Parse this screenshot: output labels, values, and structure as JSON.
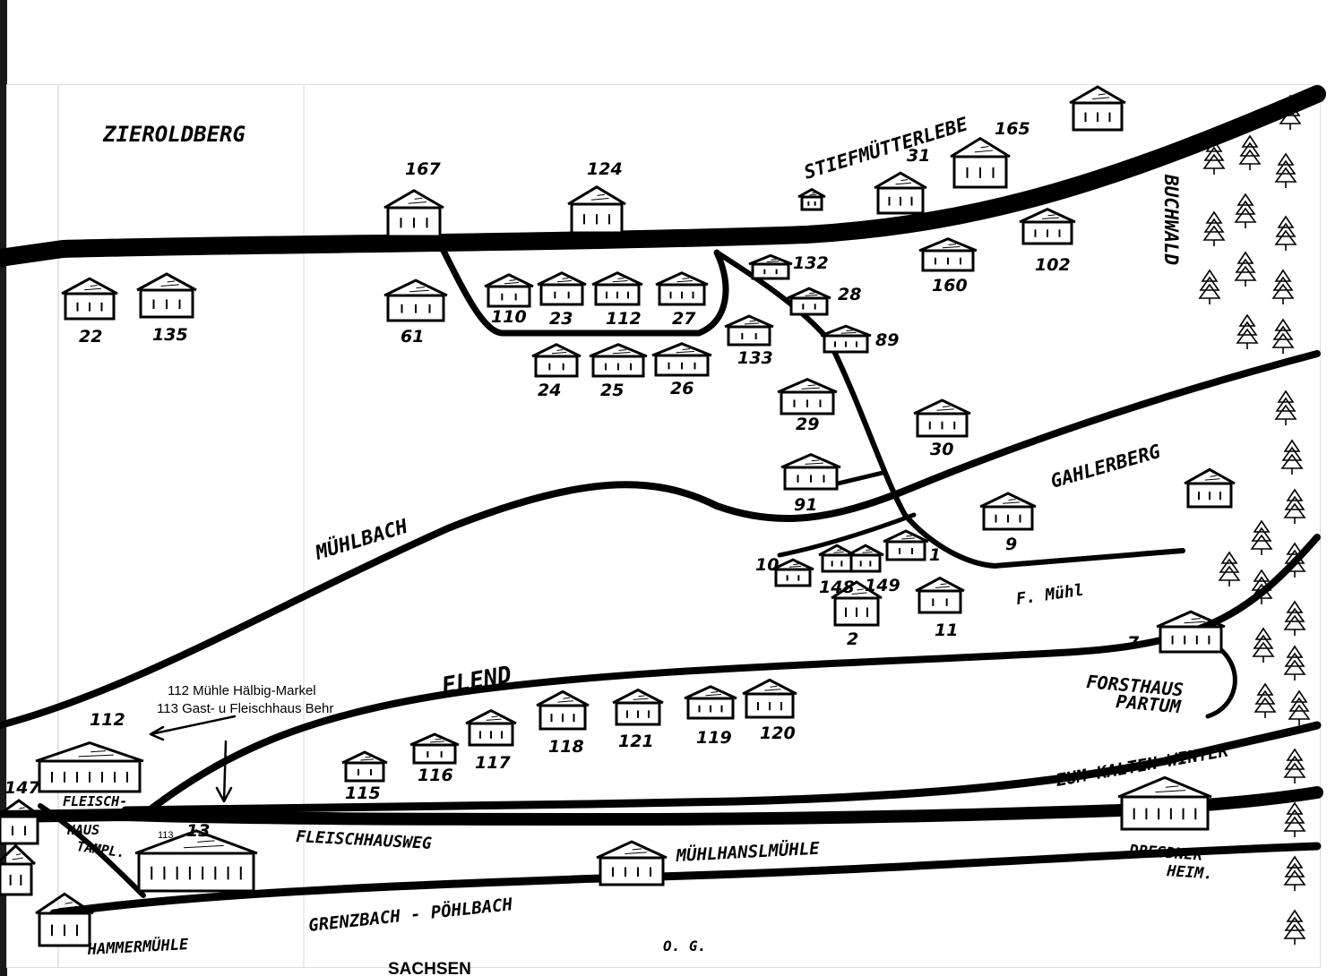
{
  "places": {
    "zieroldberg": "ZIEROLDBERG",
    "stiefmuetterleben": "STIEFMÜTTERLEBE",
    "buchwald": "BUCHWALD",
    "muehlbach": "MÜHLBACH",
    "gahlerberg": "GAHLERBERG",
    "elend": "ELEND",
    "forsthaus": "FORSTHAUS",
    "partum": "PARTUM",
    "zum_kalten_winter": "ZUM KALTEN WINTER",
    "fleischhausweg": "FLEISCHHAUSWEG",
    "muehlhanslmuehle": "MÜHLHANSLMÜHLE",
    "grenzbach": "GRENZBACH - PÖHLBACH",
    "dresdner": "DRESDNER",
    "heim": "HEIM.",
    "hammermuehle": "HAMMERMÜHLE",
    "fleisch": "FLEISCH-",
    "haus": "HAUS",
    "trampl": "TAMPL.",
    "f_muehl": "F. Mühl",
    "sachsen": "SACHSEN",
    "og": "O. G."
  },
  "annotations": {
    "line1": "112 Mühle Hälbig-Markel",
    "line2": "113 Gast- u Fleischhaus Behr",
    "small113": "113"
  },
  "house_numbers": [
    "167",
    "124",
    "31",
    "165",
    "22",
    "135",
    "61",
    "110",
    "23",
    "112",
    "27",
    "132",
    "28",
    "89",
    "160",
    "102",
    "133",
    "24",
    "25",
    "26",
    "29",
    "30",
    "91",
    "9",
    "10",
    "148",
    "149",
    "1",
    "2",
    "11",
    "7",
    "115",
    "116",
    "117",
    "118",
    "121",
    "119",
    "120",
    "112",
    "13",
    "147"
  ],
  "colors": {
    "ink": "#000000",
    "paper": "#ffffff"
  }
}
